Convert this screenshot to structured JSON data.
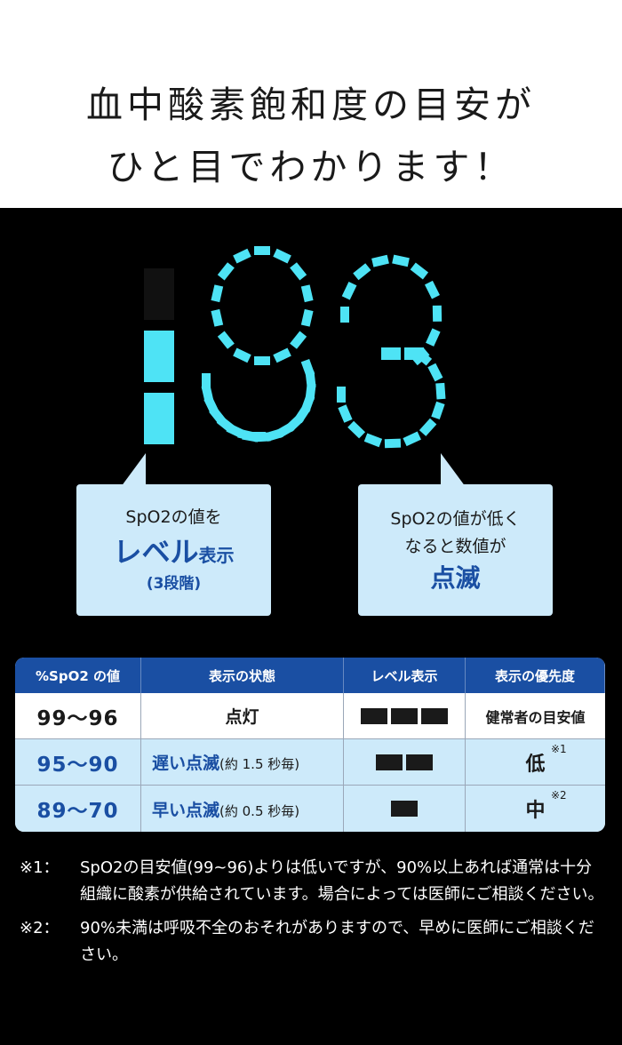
{
  "header": {
    "line1": "血中酸素飽和度の目安が",
    "line2": "ひと目でわかります！"
  },
  "display": {
    "reading": "93",
    "level_bars_lit": 2,
    "accent_color": "#4ee3f5"
  },
  "callouts": {
    "left": {
      "line1": "SpO2の値を",
      "strong": "レベル",
      "strong_suffix": "表示",
      "sub": "(3段階)"
    },
    "right": {
      "line1": "SpO2の値が低く",
      "line2": "なると数値が",
      "strong": "点滅"
    }
  },
  "table": {
    "headers": [
      "%SpO2 の値",
      "表示の状態",
      "レベル表示",
      "表示の優先度"
    ],
    "rows": [
      {
        "range": "99～96",
        "state": "点灯",
        "note": "",
        "bars": 3,
        "priority": "健常者の目安値",
        "mark": ""
      },
      {
        "range": "95～90",
        "state": "遅い点滅",
        "note": "(約 1.5 秒毎)",
        "bars": 2,
        "priority": "低",
        "mark": "※1"
      },
      {
        "range": "89～70",
        "state": "早い点滅",
        "note": "(約 0.5 秒毎)",
        "bars": 1,
        "priority": "中",
        "mark": "※2"
      }
    ]
  },
  "notes": [
    {
      "mark": "※1：",
      "text": "SpO2の目安値(99~96)よりは低いですが、90%以上あれば通常は十分組織に酸素が供給されています。場合によっては医師にご相談ください。"
    },
    {
      "mark": "※2：",
      "text": "90%未満は呼吸不全のおそれがありますので、早めに医師にご相談ください。"
    }
  ]
}
